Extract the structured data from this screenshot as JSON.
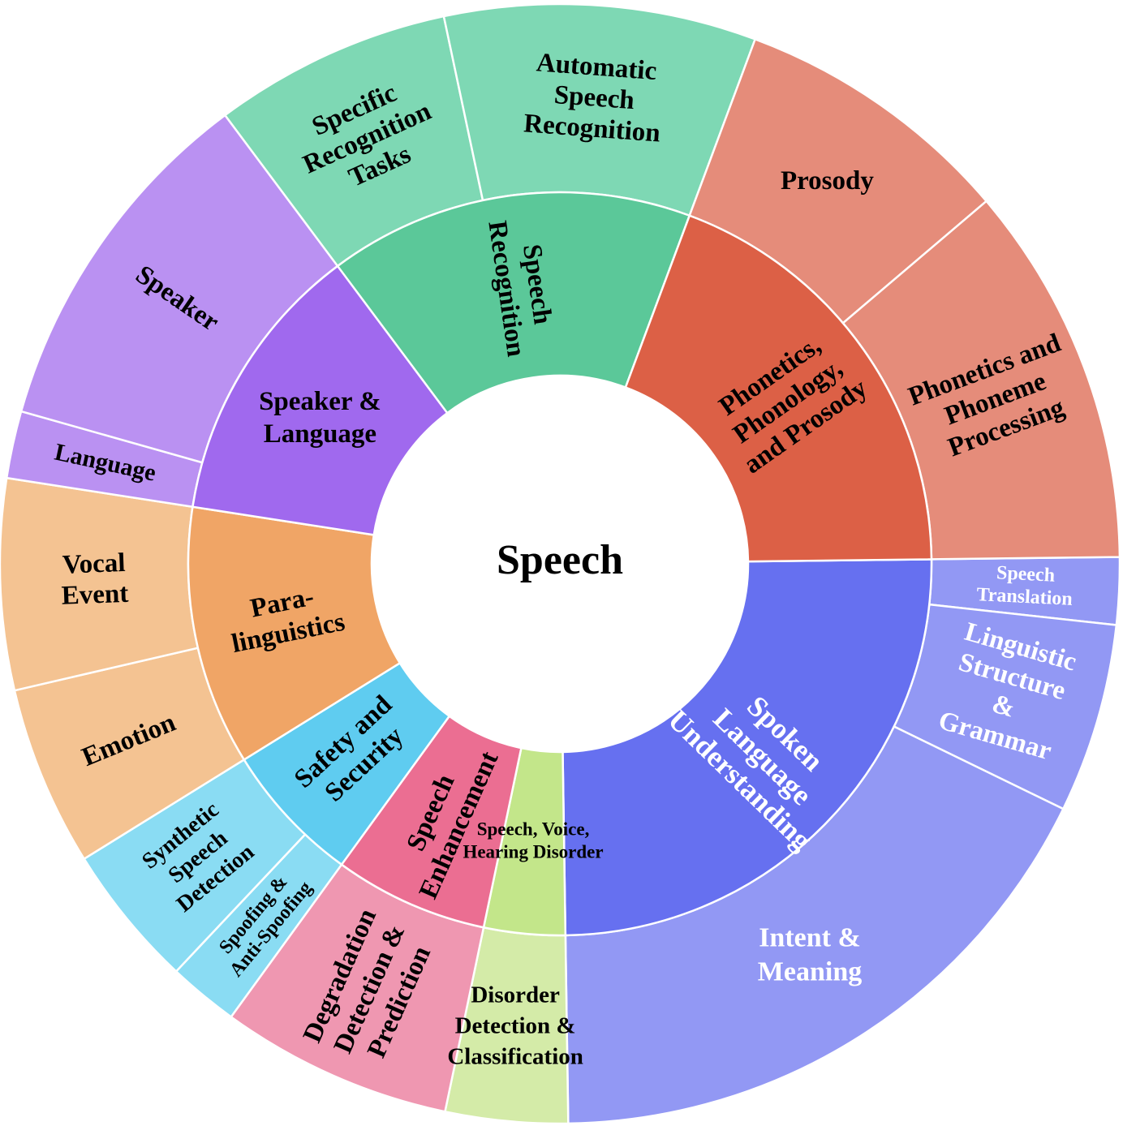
{
  "chart_data": {
    "type": "sunburst",
    "root": "Speech",
    "categories": [
      {
        "name": "Spoken Language Understanding",
        "label_lines": [
          "Spoken",
          "Language",
          "Understanding"
        ],
        "color": "#6670F0",
        "children": [
          {
            "name": "Speech Translation",
            "label_lines": [
              "Speech",
              "Translation"
            ],
            "value": 2.2,
            "color": "#9298F4"
          },
          {
            "name": "Linguistic Structure & Grammar",
            "label_lines": [
              "Linguistic",
              "Structure",
              "&",
              "Grammar"
            ],
            "value": 6.2,
            "color": "#9298F4"
          },
          {
            "name": "Intent & Meaning",
            "label_lines": [
              "Intent &",
              "Meaning"
            ],
            "value": 19.9,
            "color": "#9298F4"
          }
        ]
      },
      {
        "name": "Speech, Voice, Hearing Disorder",
        "label_lines": [
          "Speech, Voice,",
          "Hearing Disorder"
        ],
        "color": "#C3E68A",
        "children": [
          {
            "name": "Disorder Detection & Classification",
            "label_lines": [
              "Disorder",
              "Detection &",
              "Classification"
            ],
            "value": 4.0,
            "color": "#D4EBA8"
          }
        ]
      },
      {
        "name": "Speech Enhancement",
        "label_lines": [
          "Speech",
          "Enhancement"
        ],
        "color": "#EB6E92",
        "children": [
          {
            "name": "Degradation Detection & Prediction",
            "label_lines": [
              "Degradation",
              "Detection &",
              "Prediction"
            ],
            "value": 7.6,
            "color": "#EF97B1"
          }
        ]
      },
      {
        "name": "Safety and Security",
        "label_lines": [
          "Safety and",
          "Security"
        ],
        "color": "#5FCCF0",
        "children": [
          {
            "name": "Spoofing & Anti-Spoofing",
            "label_lines": [
              "Spoofing &",
              "Anti-Spoofing"
            ],
            "value": 2.3,
            "color": "#8ADCF3"
          },
          {
            "name": "Synthetic Speech Detection",
            "label_lines": [
              "Synthetic",
              "Speech",
              "Detection"
            ],
            "value": 4.7,
            "color": "#8ADCF3"
          }
        ]
      },
      {
        "name": "Paralinguistics",
        "label_lines": [
          "Para-",
          "linguistics"
        ],
        "color": "#F0A566",
        "children": [
          {
            "name": "Emotion",
            "label_lines": [
              "Emotion"
            ],
            "value": 5.9,
            "color": "#F4C392"
          },
          {
            "name": "Vocal Event",
            "label_lines": [
              "Vocal",
              "Event"
            ],
            "value": 6.9,
            "color": "#F4C392"
          }
        ]
      },
      {
        "name": "Speaker & Language",
        "label_lines": [
          "Speaker &",
          "Language"
        ],
        "color": "#A069EE",
        "children": [
          {
            "name": "Language",
            "label_lines": [
              "Language"
            ],
            "value": 2.2,
            "color": "#BA91F2"
          },
          {
            "name": "Speaker",
            "label_lines": [
              "Speaker"
            ],
            "value": 11.8,
            "color": "#BA91F2"
          }
        ]
      },
      {
        "name": "Speech Recognition",
        "label_lines": [
          "Speech",
          "Recognition"
        ],
        "color": "#5BC899",
        "children": [
          {
            "name": "Specific Recognition Tasks",
            "label_lines": [
              "Specific",
              "Recognition",
              "Tasks"
            ],
            "value": 7.8,
            "color": "#7ED8B4"
          },
          {
            "name": "Automatic Speech Recognition",
            "label_lines": [
              "Automatic",
              "Speech",
              "Recognition"
            ],
            "value": 10.2,
            "color": "#7ED8B4"
          }
        ]
      },
      {
        "name": "Phonetics, Phonology, and Prosody",
        "label_lines": [
          "Phonetics,",
          "Phonology,",
          "and Prosody"
        ],
        "color": "#DC6046",
        "children": [
          {
            "name": "Prosody",
            "label_lines": [
              "Prosody"
            ],
            "value": 9.2,
            "color": "#E58C7A"
          },
          {
            "name": "Phonetics and Phoneme Processing",
            "label_lines": [
              "Phonetics and",
              "Phoneme",
              "Processing"
            ],
            "value": 12.5,
            "color": "#E58C7A"
          }
        ]
      }
    ]
  }
}
